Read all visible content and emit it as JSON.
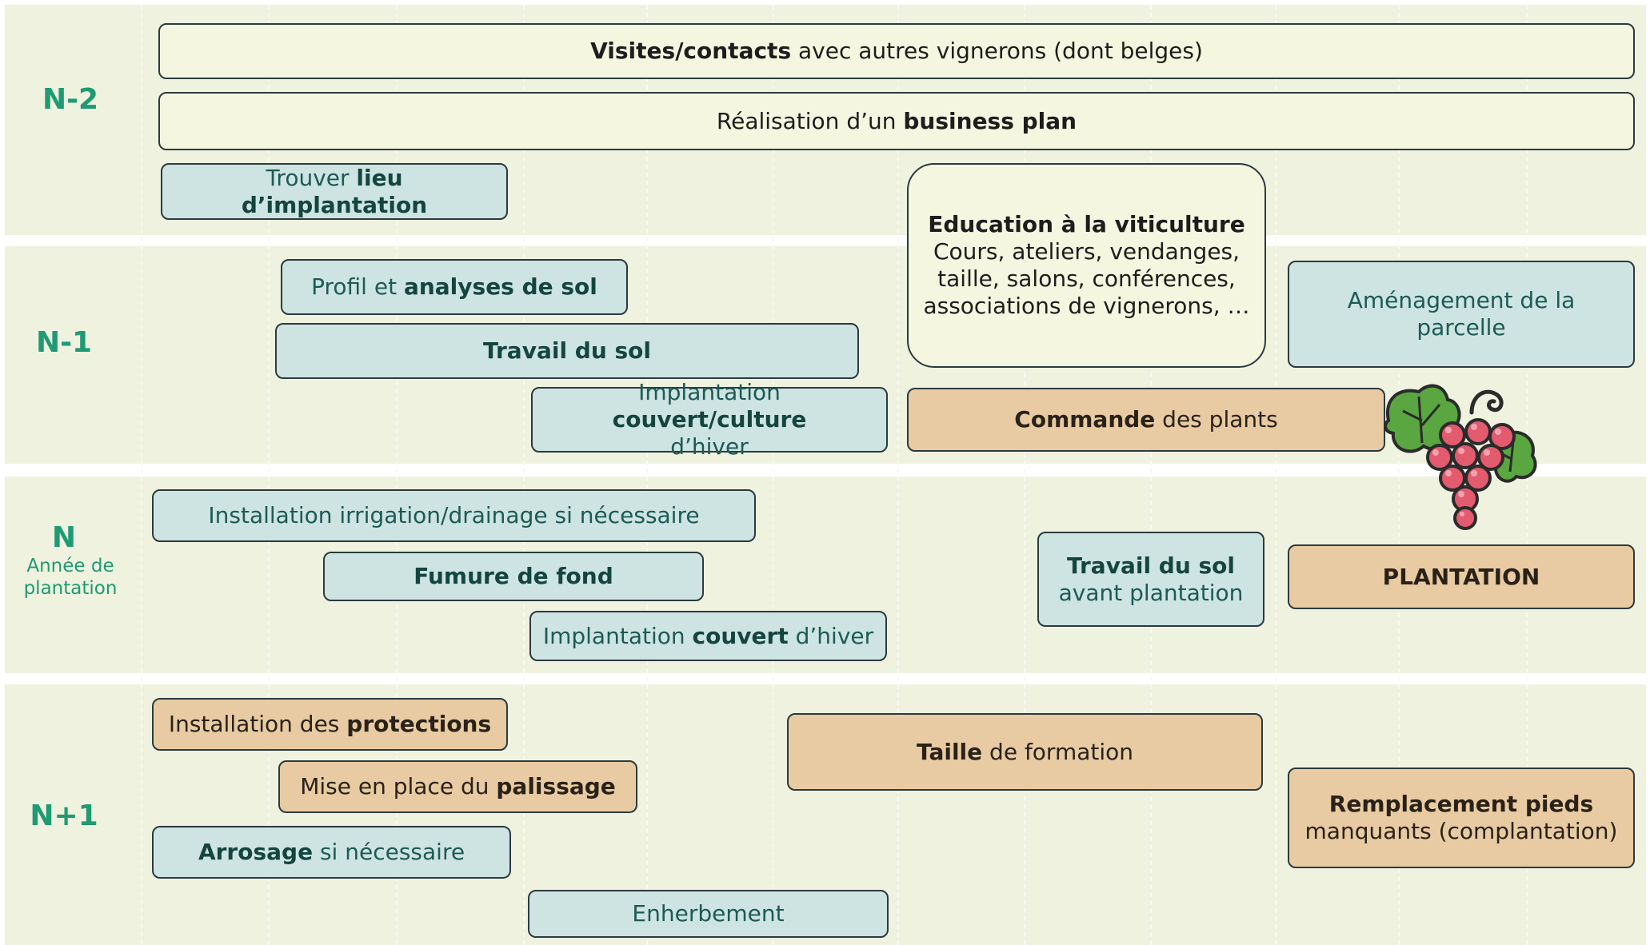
{
  "years": {
    "n_minus_2": "N-2",
    "n_minus_1": "N-1",
    "n": "N",
    "n_sub_1": "Année de",
    "n_sub_2": "plantation",
    "n_plus_1": "N+1"
  },
  "boxes": {
    "visites": {
      "bold": "Visites/contacts",
      "rest": " avec autres vignerons (dont belges)"
    },
    "business": {
      "pre": "Réalisation d’un ",
      "bold": "business plan"
    },
    "lieu": {
      "pre": "Trouver ",
      "bold": "lieu d’implantation"
    },
    "education": {
      "title": "Education à la viticulture",
      "line1": "Cours, ateliers, vendanges,",
      "line2": "taille, salons, conférences,",
      "line3": "associations de vignerons, …"
    },
    "profil": {
      "pre": "Profil et ",
      "bold": "analyses de sol"
    },
    "travail_sol": {
      "bold": "Travail du sol"
    },
    "implantation_culture": {
      "pre": "Implantation ",
      "bold": "couvert/culture",
      "line2": "d’hiver"
    },
    "amenagement": {
      "line1": "Aménagement de la",
      "line2": "parcelle"
    },
    "commande": {
      "bold": "Commande",
      "rest": " des plants"
    },
    "irrigation": {
      "text": "Installation irrigation/drainage si nécessaire"
    },
    "fumure": {
      "bold": "Fumure de fond"
    },
    "implantation_couvert": {
      "pre": "Implantation ",
      "bold": "couvert",
      "rest": " d’hiver"
    },
    "travail_avant": {
      "bold": "Travail du sol",
      "line2": "avant plantation"
    },
    "plantation": {
      "bold": "PLANTATION"
    },
    "protections": {
      "pre": "Installation des ",
      "bold": "protections"
    },
    "palissage": {
      "pre": "Mise en place du ",
      "bold": "palissage"
    },
    "arrosage": {
      "bold": "Arrosage",
      "rest": " si nécessaire"
    },
    "enherbement": {
      "text": "Enherbement"
    },
    "taille": {
      "bold": "Taille",
      "rest": " de formation"
    },
    "remplacement": {
      "bold": "Remplacement pieds",
      "line2": "manquants (complantation)"
    }
  },
  "colors": {
    "band": "#eef2df",
    "year_label": "#1f9a73",
    "cream_box": "#f4f6df",
    "blue_box": "#cde4e2",
    "tan_box": "#e8cba2"
  },
  "icons": {
    "grapes": "grapes-icon"
  }
}
